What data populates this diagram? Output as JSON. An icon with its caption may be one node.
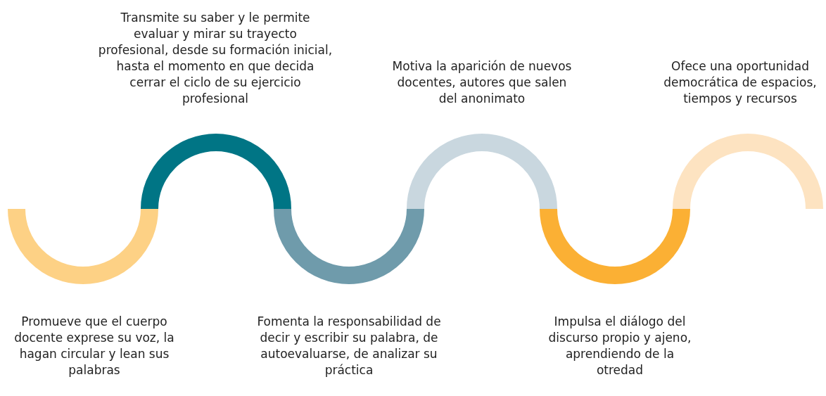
{
  "diagram": {
    "nodes": [
      {
        "text": [
          "Promueve que el cuerpo docente exprese su voz, la hagan circular y lean sus palabras"
        ]
      },
      {
        "text": [
          "Transmite su saber y le permite evaluar y mirar su trayecto profesional, desde su formación inicial, hasta el momento en que decida cerrar el ciclo de su ejercicio profesional"
        ]
      },
      {
        "text": [
          "Fomenta la responsabilidad de decir y escribir su palabra, de autoevaluarse, de analizar su práctica"
        ]
      },
      {
        "text": [
          "Motiva la aparición de nuevos docentes, autores que salen del anonimato"
        ]
      },
      {
        "text": [
          "Impulsa el diálogo del discurso propio y ajeno, aprendiendo de la otredad"
        ]
      },
      {
        "text": [
          "Ofece una oportunidad democrática de espacios, tiempos y recursos"
        ]
      }
    ],
    "edges": []
  }
}
